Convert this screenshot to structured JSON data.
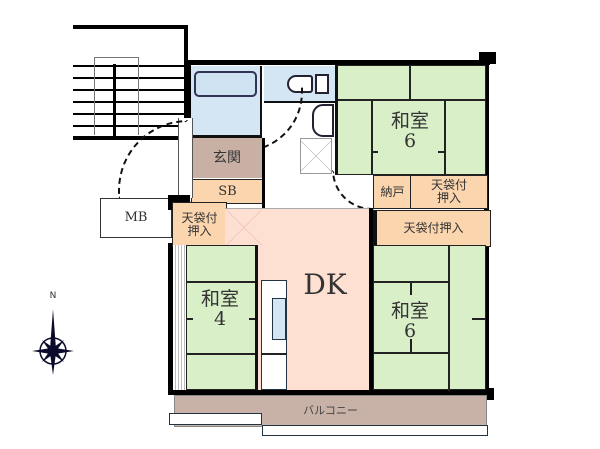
{
  "rooms": {
    "washitsu6_top": {
      "name": "和室",
      "size": "6"
    },
    "washitsu4": {
      "name": "和室",
      "size": "4"
    },
    "washitsu6_bottom": {
      "name": "和室",
      "size": "6"
    },
    "dk": "DK",
    "genkan": "玄関",
    "sb": "SB",
    "nando": "納戸",
    "closet_top_right": "天袋付\n押入",
    "closet_right": "天袋付押入",
    "closet_left": "天袋付\n押入",
    "mb": "MB",
    "balcony": "バルコニー"
  },
  "compass": {
    "north_label": "N"
  },
  "colors": {
    "tatami": "#d8efc8",
    "wet": "#d4e6f4",
    "storage": "#fbd5ae",
    "entrance": "#c9b0a5",
    "dk": "#fde0d2",
    "balcony": "#c8b1a6"
  }
}
